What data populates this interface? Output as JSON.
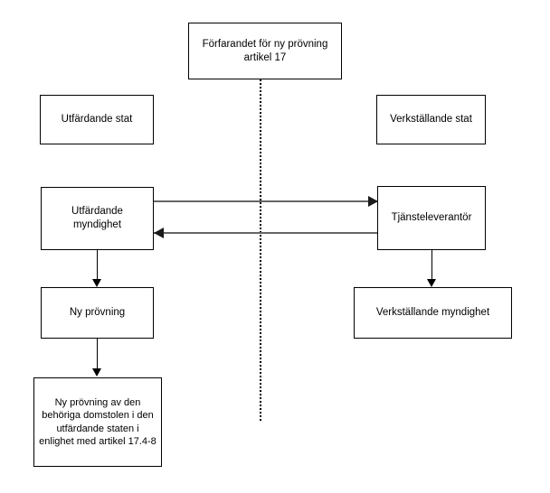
{
  "diagram": {
    "type": "flowchart",
    "title_node": {
      "id": "forfarandet",
      "label": "Förfarandet för ny prövning\nartikel 17"
    },
    "left_column_heading": "Utfärdande stat",
    "right_column_heading": "Verkställande stat",
    "nodes": [
      {
        "id": "forfarandet",
        "label": "Förfarandet för ny prövning\nartikel 17"
      },
      {
        "id": "issuing-state",
        "label": "Utfärdande stat"
      },
      {
        "id": "executing-state",
        "label": "Verkställande stat"
      },
      {
        "id": "issuing-authority",
        "label": "Utfärdande\nmyndighet"
      },
      {
        "id": "service-provider",
        "label": "Tjänsteleverantör"
      },
      {
        "id": "new-review",
        "label": "Ny prövning"
      },
      {
        "id": "executing-authority",
        "label": "Verkställande myndighet"
      },
      {
        "id": "court-review",
        "label": "Ny prövning av den behöriga domstolen i den utfärdande staten i enlighet med artikel 17.4-8"
      }
    ],
    "edges": [
      {
        "from": "issuing-authority",
        "to": "service-provider",
        "direction": "right",
        "style": "solid",
        "color": "#666666"
      },
      {
        "from": "service-provider",
        "to": "issuing-authority",
        "direction": "left",
        "style": "solid",
        "color": "#666666"
      },
      {
        "from": "issuing-authority",
        "to": "new-review",
        "direction": "down",
        "style": "solid",
        "color": "#000000"
      },
      {
        "from": "new-review",
        "to": "court-review",
        "direction": "down",
        "style": "solid",
        "color": "#000000"
      },
      {
        "from": "service-provider",
        "to": "executing-authority",
        "direction": "down",
        "style": "solid",
        "color": "#000000"
      }
    ],
    "divider": {
      "orientation": "vertical",
      "style": "dotted",
      "color": "#000000"
    },
    "colors": {
      "background": "#ffffff",
      "node_border": "#000000",
      "node_fill": "#ffffff",
      "text": "#000000",
      "horizontal_arrow": "#666666",
      "vertical_arrow": "#000000"
    }
  }
}
